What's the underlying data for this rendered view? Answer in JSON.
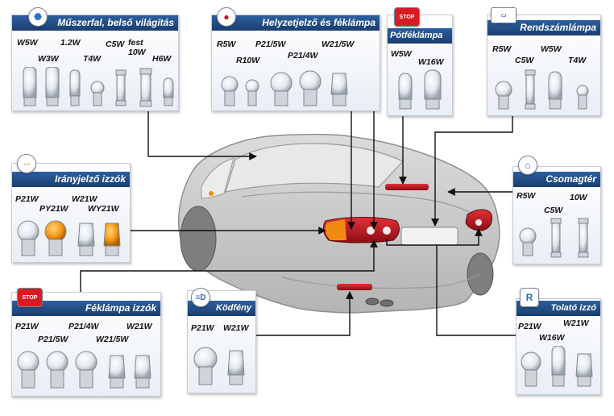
{
  "panels": {
    "muszerfal": {
      "title": "Műszerfal, belső világítás",
      "icon": "dashboard-light-icon",
      "labels": [
        "W5W",
        "W3W",
        "1.2W",
        "T4W",
        "C5W",
        "fest 10W",
        "H6W"
      ]
    },
    "helyzetjelzo": {
      "title": "Helyzetjelző és féklámpa",
      "icon": "position-light-icon",
      "labels": [
        "R5W",
        "R10W",
        "P21/5W",
        "P21/4W",
        "W21/5W"
      ]
    },
    "potfeklampa": {
      "title": "Pótféklámpa",
      "icon": "stop-sign-icon",
      "icon_text": "STOP",
      "labels": [
        "W5W",
        "W16W"
      ]
    },
    "rendszamlampa": {
      "title": "Rendszámlámpa",
      "icon": "license-plate-icon",
      "labels": [
        "R5W",
        "W5W",
        "C5W",
        "T4W"
      ]
    },
    "iranyjelzo": {
      "title": "Irányjelző izzók",
      "icon": "turn-signal-icon",
      "labels": [
        "P21W",
        "PY21W",
        "W21W",
        "WY21W"
      ]
    },
    "csomagter": {
      "title": "Csomagtér",
      "icon": "trunk-icon",
      "labels": [
        "R5W",
        "10W",
        "C5W"
      ]
    },
    "feklampa": {
      "title": "Féklámpa izzók",
      "icon": "stop-sign-icon",
      "icon_text": "STOP",
      "labels": [
        "P21W",
        "P21/5W",
        "P21/4W",
        "W21/5W",
        "W21W"
      ]
    },
    "kodfeny": {
      "title": "Ködfény",
      "icon": "fog-light-icon",
      "labels": [
        "P21W",
        "W21W"
      ]
    },
    "tolato": {
      "title": "Tolató izzó",
      "icon": "reverse-light-icon",
      "icon_text": "R",
      "labels": [
        "P21W",
        "W21W",
        "W16W"
      ]
    }
  },
  "colors": {
    "title_bar": "#1f4a80",
    "car_body": "#c9c9c9",
    "tail_light": "#b3121b",
    "amber": "#f08a10",
    "connector_line": "#111111"
  }
}
